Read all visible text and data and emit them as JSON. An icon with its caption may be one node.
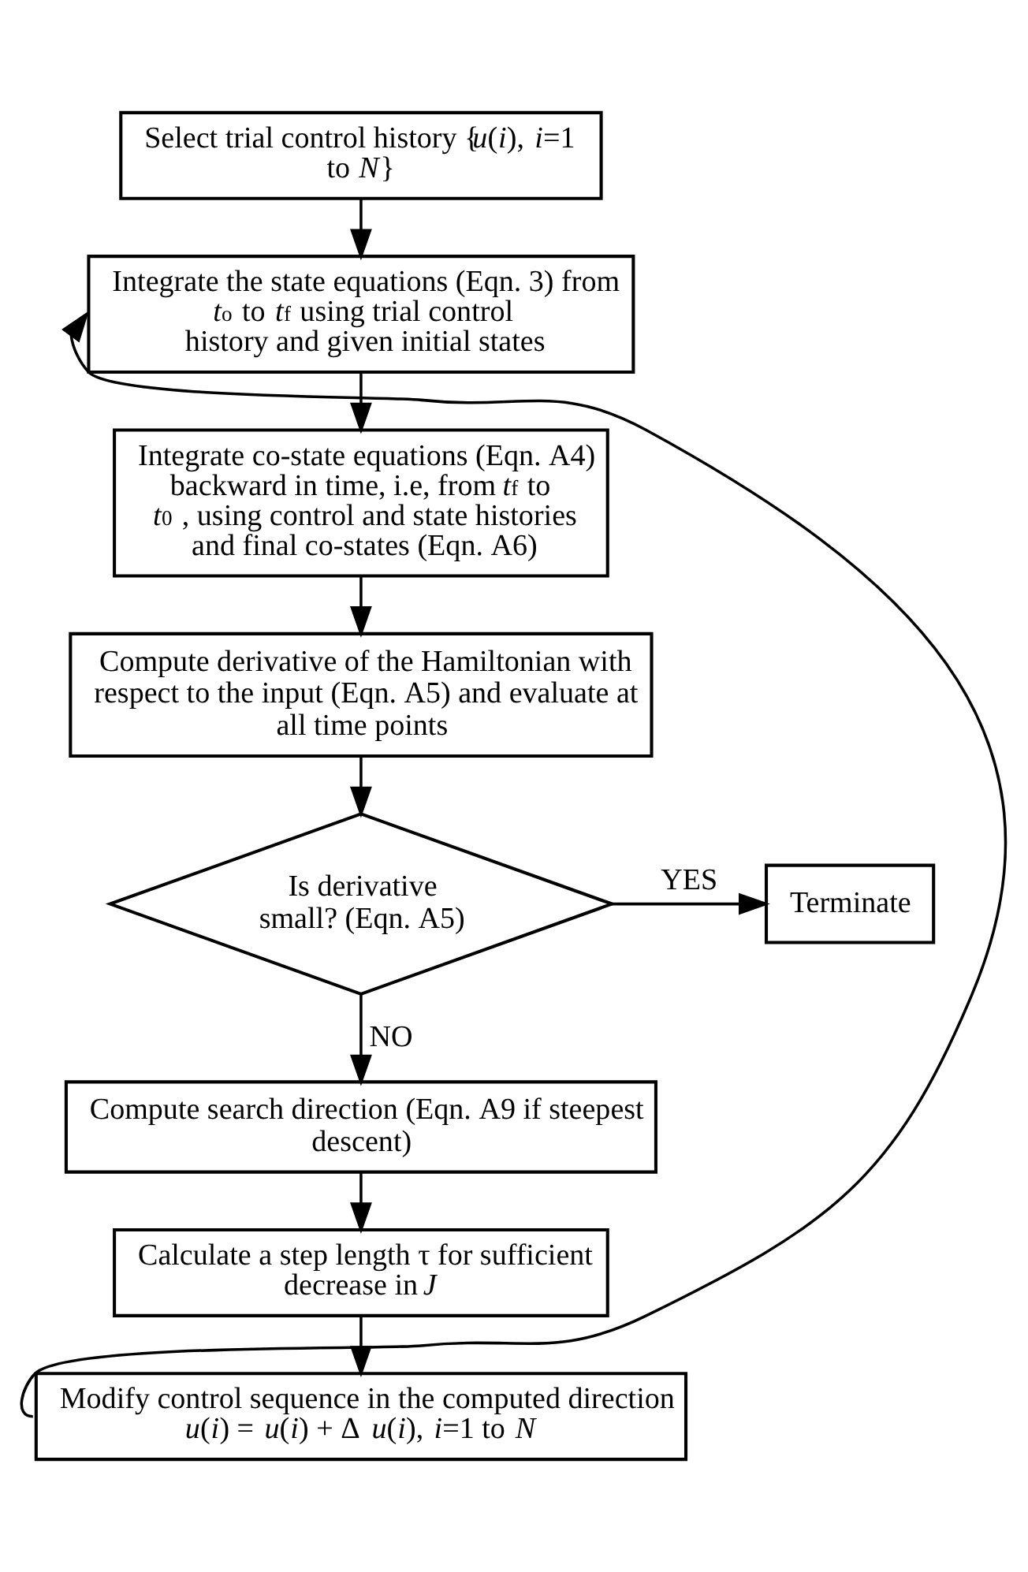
{
  "diagram": {
    "nodes": [
      {
        "text": [
          "Select trial control history {*u*(*i*), *i*=1 to *N*}"
        ]
      },
      {
        "text": [
          "Integrate the state equations (Eqn. 3) from *t*$_{o}$ to *t*$_{f}$ using trial control history and given initial states"
        ]
      },
      {
        "text": [
          "Integrate co-state equations (Eqn. A4) backward in time, i.e, from *t*$_{f}$ to *t*$_{0}$ , using control and state histories and final co-states (Eqn. A6)"
        ]
      },
      {
        "text": [
          "Compute derivative of the Hamiltonian with respect to the input (Eqn. A5) and evaluate at all time points"
        ]
      },
      {
        "text": [
          "Is derivative small? (Eqn. A5)"
        ]
      },
      {
        "text": [
          "Terminate"
        ]
      },
      {
        "text": [
          "Compute search direction (Eqn. A9 if steepest descent)"
        ]
      },
      {
        "text": [
          "Calculate a step length τ for sufficient decrease in *J*"
        ]
      },
      {
        "text": [
          "Modify control sequence in the computed direction *u*(*i*) = *u*(*i*) + Δ *u*(*i*), *i*=1 to *N*"
        ]
      }
    ],
    "edges": [
      {
        "from": 0,
        "to": 1,
        "arrow": "to"
      },
      {
        "from": 1,
        "to": 2,
        "arrow": "to"
      },
      {
        "from": 2,
        "to": 3,
        "arrow": "to"
      },
      {
        "from": 3,
        "to": 4,
        "arrow": "to"
      },
      {
        "from": 4,
        "to": 5,
        "arrow": "to",
        "label": "YES"
      },
      {
        "from": 4,
        "to": 6,
        "arrow": "to",
        "label": "NO"
      },
      {
        "from": 6,
        "to": 7,
        "arrow": "to"
      },
      {
        "from": 7,
        "to": 8,
        "arrow": "to"
      },
      {
        "from": 8,
        "to": 1,
        "arrow": "to"
      }
    ]
  }
}
